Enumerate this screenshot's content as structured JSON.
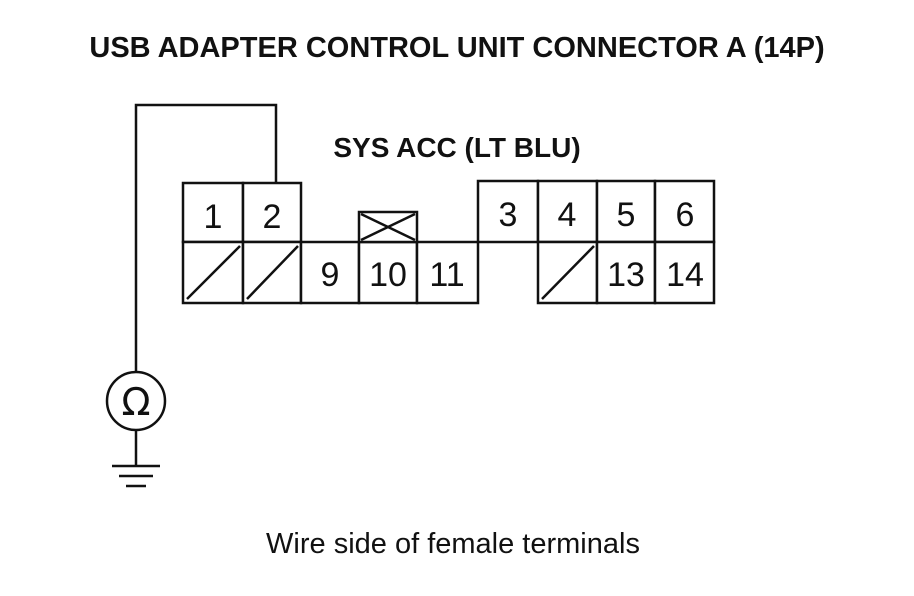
{
  "title": "USB ADAPTER CONTROL UNIT CONNECTOR A (14P)",
  "wire_label": "SYS ACC (LT BLU)",
  "caption": "Wire side of female terminals",
  "meter": {
    "symbol": "Ω",
    "icon": "ohmmeter-icon"
  },
  "ground": {
    "icon": "ground-icon"
  },
  "pins": {
    "p1": "1",
    "p2": "2",
    "p3": "3",
    "p4": "4",
    "p5": "5",
    "p6": "6",
    "p9": "9",
    "p10": "10",
    "p11": "11",
    "p13": "13",
    "p14": "14"
  }
}
